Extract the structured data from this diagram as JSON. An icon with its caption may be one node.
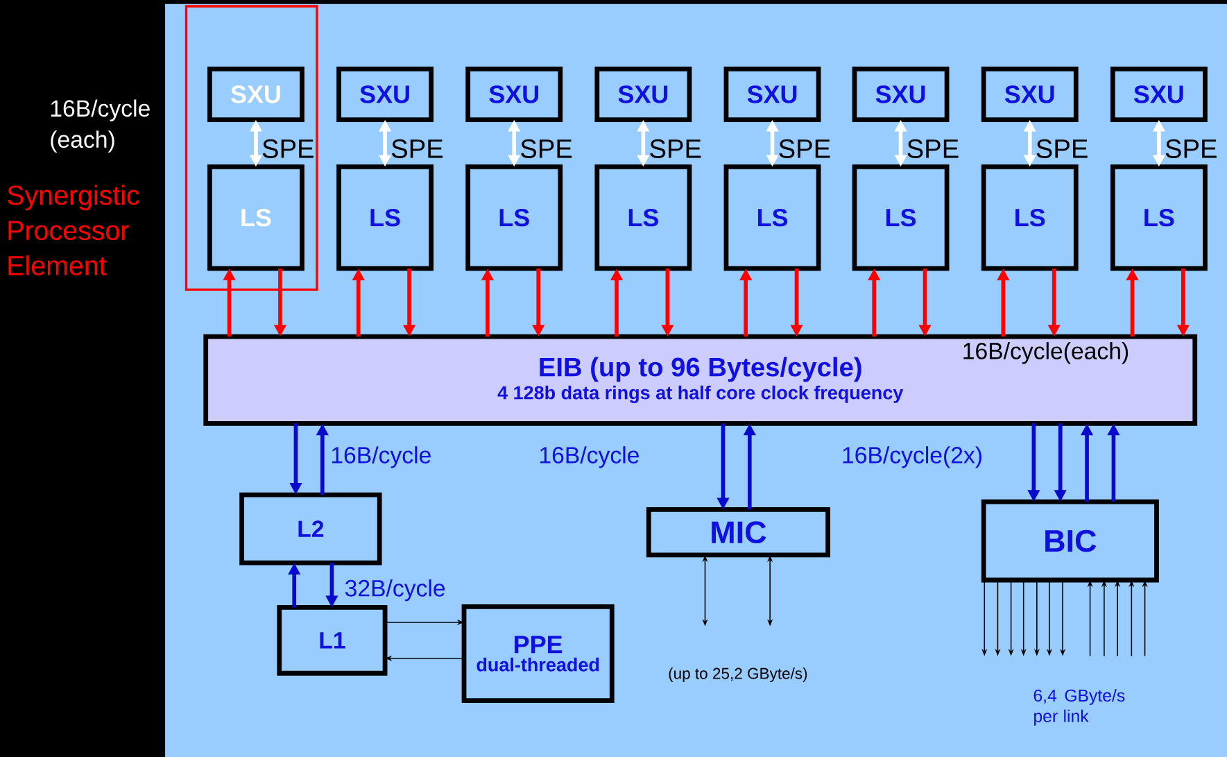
{
  "diagram": {
    "nodes": [
      {
        "text": [
          "Synergistic Processor Element"
        ]
      },
      {
        "text": [
          "SXU"
        ],
        "in": 0
      },
      {
        "text": [
          "LS"
        ],
        "in": 0
      },
      {
        "text": [
          "SXU"
        ]
      },
      {
        "text": [
          "LS"
        ]
      },
      {
        "text": [
          "SXU"
        ]
      },
      {
        "text": [
          "LS"
        ]
      },
      {
        "text": [
          "SXU"
        ]
      },
      {
        "text": [
          "LS"
        ]
      },
      {
        "text": [
          "SXU"
        ]
      },
      {
        "text": [
          "LS"
        ]
      },
      {
        "text": [
          "SXU"
        ]
      },
      {
        "text": [
          "LS"
        ]
      },
      {
        "text": [
          "SXU"
        ]
      },
      {
        "text": [
          "LS"
        ]
      },
      {
        "text": [
          "SXU"
        ]
      },
      {
        "text": [
          "LS"
        ]
      },
      {
        "text": [
          "EIB (up to 96 Bytes/cycle)",
          "4 128b data rings at half core clock frequency"
        ]
      },
      {
        "text": [
          "L2"
        ]
      },
      {
        "text": [
          "MIC"
        ]
      },
      {
        "text": [
          "BIC"
        ]
      },
      {
        "text": [
          "L1"
        ]
      },
      {
        "text": [
          "PPE",
          "dual-threaded"
        ]
      }
    ],
    "edges": [
      {
        "from": 1,
        "to": 2,
        "arrow": "both",
        "color": "#ffffff"
      },
      {
        "from": 3,
        "to": 4,
        "arrow": "both",
        "color": "#ffffff"
      },
      {
        "from": 5,
        "to": 6,
        "arrow": "both",
        "color": "#ffffff"
      },
      {
        "from": 7,
        "to": 8,
        "arrow": "both",
        "color": "#ffffff"
      },
      {
        "from": 9,
        "to": 10,
        "arrow": "both",
        "color": "#ffffff"
      },
      {
        "from": 11,
        "to": 12,
        "arrow": "both",
        "color": "#ffffff"
      },
      {
        "from": 13,
        "to": 14,
        "arrow": "both",
        "color": "#ffffff"
      },
      {
        "from": 15,
        "to": 16,
        "arrow": "both",
        "color": "#ffffff"
      },
      {
        "from": 17,
        "to": 2,
        "arrow": "to",
        "color": "#ff0000"
      },
      {
        "from": 2,
        "to": 17,
        "arrow": "to",
        "color": "#ff0000"
      },
      {
        "from": 17,
        "to": 4,
        "arrow": "to",
        "color": "#ff0000"
      },
      {
        "from": 4,
        "to": 17,
        "arrow": "to",
        "color": "#ff0000"
      },
      {
        "from": 17,
        "to": 6,
        "arrow": "to",
        "color": "#ff0000"
      },
      {
        "from": 6,
        "to": 17,
        "arrow": "to",
        "color": "#ff0000"
      },
      {
        "from": 17,
        "to": 8,
        "arrow": "to",
        "color": "#ff0000"
      },
      {
        "from": 8,
        "to": 17,
        "arrow": "to",
        "color": "#ff0000"
      },
      {
        "from": 17,
        "to": 10,
        "arrow": "to",
        "color": "#ff0000"
      },
      {
        "from": 10,
        "to": 17,
        "arrow": "to",
        "color": "#ff0000"
      },
      {
        "from": 17,
        "to": 12,
        "arrow": "to",
        "color": "#ff0000"
      },
      {
        "from": 12,
        "to": 17,
        "arrow": "to",
        "color": "#ff0000"
      },
      {
        "from": 17,
        "to": 14,
        "arrow": "to",
        "color": "#ff0000"
      },
      {
        "from": 14,
        "to": 17,
        "arrow": "to",
        "color": "#ff0000"
      },
      {
        "from": 17,
        "to": 16,
        "arrow": "to",
        "color": "#ff0000"
      },
      {
        "from": 16,
        "to": 17,
        "arrow": "to",
        "color": "#ff0000"
      },
      {
        "from": 17,
        "to": 18,
        "arrow": "to",
        "color": "#0a0acc"
      },
      {
        "from": 18,
        "to": 17,
        "arrow": "to",
        "color": "#0a0acc"
      },
      {
        "from": 17,
        "to": 19,
        "arrow": "to",
        "color": "#0a0acc"
      },
      {
        "from": 19,
        "to": 17,
        "arrow": "to",
        "color": "#0a0acc"
      },
      {
        "from": 17,
        "to": 20,
        "arrow": "to",
        "color": "#0a0acc"
      },
      {
        "from": 17,
        "to": 20,
        "arrow": "to",
        "color": "#0a0acc"
      },
      {
        "from": 20,
        "to": 17,
        "arrow": "to",
        "color": "#0a0acc"
      },
      {
        "from": 20,
        "to": 17,
        "arrow": "to",
        "color": "#0a0acc"
      },
      {
        "from": 21,
        "to": 18,
        "arrow": "to",
        "color": "#0a0acc"
      },
      {
        "from": 18,
        "to": 21,
        "arrow": "to",
        "color": "#0a0acc"
      },
      {
        "from": 21,
        "to": 22,
        "arrow": "to",
        "color": "#000000"
      },
      {
        "from": 22,
        "to": 21,
        "arrow": "to",
        "color": "#000000"
      },
      {
        "from": 19,
        "to": null,
        "arrow": "both",
        "color": "#000000"
      },
      {
        "from": 19,
        "to": null,
        "arrow": "both",
        "color": "#000000"
      },
      {
        "from": 20,
        "to": null,
        "arrow": "to",
        "color": "#000000"
      },
      {
        "from": 20,
        "to": null,
        "arrow": "to",
        "color": "#000000"
      },
      {
        "from": 20,
        "to": null,
        "arrow": "to",
        "color": "#000000"
      },
      {
        "from": 20,
        "to": null,
        "arrow": "to",
        "color": "#000000"
      },
      {
        "from": 20,
        "to": null,
        "arrow": "to",
        "color": "#000000"
      },
      {
        "from": 20,
        "to": null,
        "arrow": "to",
        "color": "#000000"
      },
      {
        "from": 20,
        "to": null,
        "arrow": "to",
        "color": "#000000"
      },
      {
        "from": null,
        "to": 20,
        "arrow": "to",
        "color": "#000000"
      },
      {
        "from": null,
        "to": 20,
        "arrow": "to",
        "color": "#000000"
      },
      {
        "from": null,
        "to": 20,
        "arrow": "to",
        "color": "#000000"
      },
      {
        "from": null,
        "to": 20,
        "arrow": "to",
        "color": "#000000"
      },
      {
        "from": null,
        "to": 20,
        "arrow": "to",
        "color": "#000000"
      }
    ],
    "labels": [
      "16B/cycle (each)",
      "SPE",
      "SPE",
      "SPE",
      "SPE",
      "SPE",
      "SPE",
      "SPE",
      "SPE",
      "16B/cycle(each)",
      "16B/cycle",
      "16B/cycle",
      "16B/cycle(2x)",
      "32B/cycle",
      "(up to 25,2 GByte/s)",
      "6,4 GByte/s per link"
    ]
  }
}
